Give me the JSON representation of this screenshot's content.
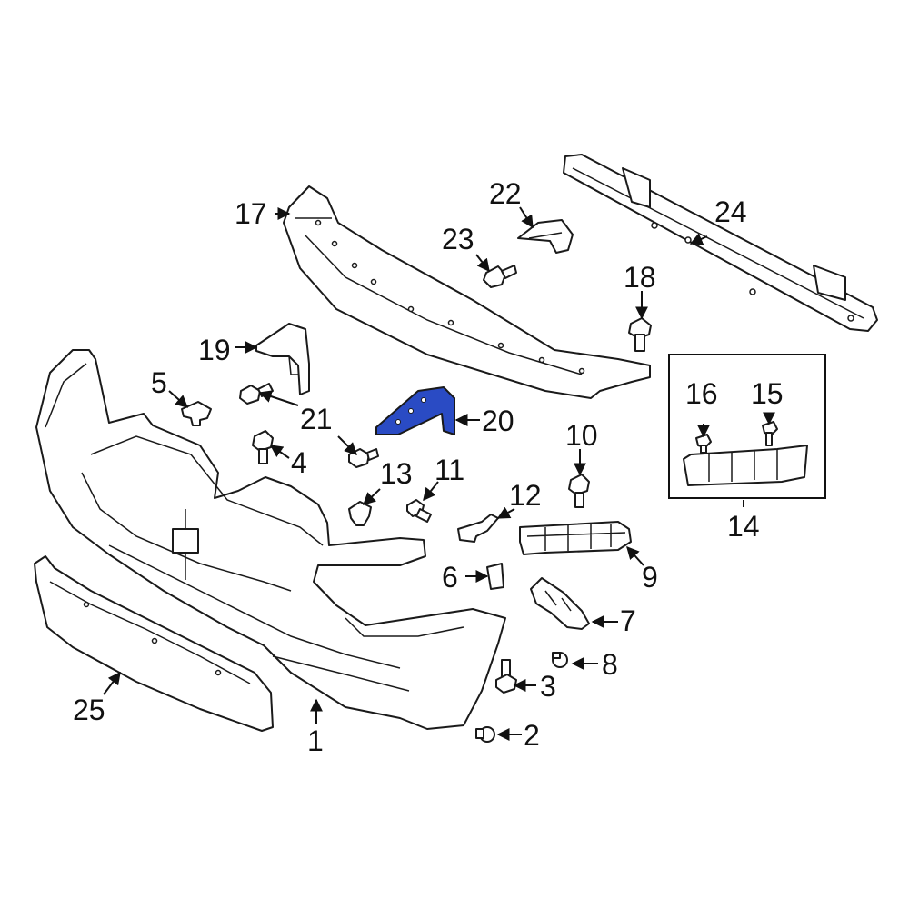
{
  "diagram": {
    "callouts": {
      "c1": "1",
      "c2": "2",
      "c3": "3",
      "c4": "4",
      "c5": "5",
      "c6": "6",
      "c7": "7",
      "c8": "8",
      "c9": "9",
      "c10": "10",
      "c11": "11",
      "c12": "12",
      "c13": "13",
      "c14": "14",
      "c15": "15",
      "c16": "16",
      "c17": "17",
      "c18": "18",
      "c19": "19",
      "c20": "20",
      "c21": "21",
      "c22": "22",
      "c23": "23",
      "c24": "24",
      "c25": "25"
    },
    "colors": {
      "highlight_part": "#2a4bc4",
      "line": "#1a1a1a"
    }
  }
}
